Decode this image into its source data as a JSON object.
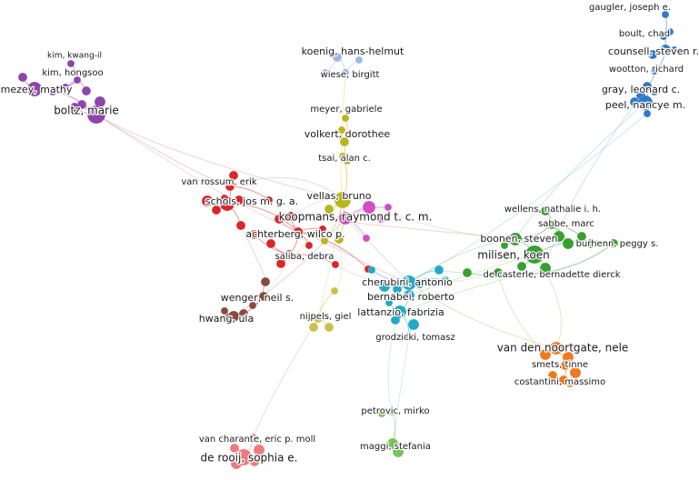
{
  "clusters": {
    "purple": "#8e44ad",
    "blue_light": "#9db8e8",
    "yellow": "#b8b61a",
    "blue": "#2f78cc",
    "red": "#d8262b",
    "pink": "#d14fc1",
    "green": "#37a02f",
    "cyan": "#22a9c8",
    "brown": "#8a4a3d",
    "olive": "#c8c248",
    "orange": "#ee7a1c",
    "green_light": "#78c25a",
    "salmon": "#ee7a80"
  },
  "authors": [
    {
      "id": "kim-kwang-il",
      "label": "kim, kwang-il",
      "cluster": "purple"
    },
    {
      "id": "kim-hongsoo",
      "label": "kim, hongsoo",
      "cluster": "purple"
    },
    {
      "id": "mezey-mathy",
      "label": "mezey, mathy",
      "cluster": "purple"
    },
    {
      "id": "boltz-marie",
      "label": "boltz, marie",
      "cluster": "purple"
    },
    {
      "id": "koenig-hans-helmut",
      "label": "koenig, hans-helmut",
      "cluster": "blue_light"
    },
    {
      "id": "wiese-birgitt",
      "label": "wiese, birgitt",
      "cluster": "blue_light"
    },
    {
      "id": "meyer-gabriele",
      "label": "meyer, gabriele",
      "cluster": "yellow"
    },
    {
      "id": "volkert-dorothee",
      "label": "volkert, dorothee",
      "cluster": "yellow"
    },
    {
      "id": "tsai-alan-c",
      "label": "tsai, alan c.",
      "cluster": "yellow"
    },
    {
      "id": "vellas-bruno",
      "label": "vellas, bruno",
      "cluster": "yellow"
    },
    {
      "id": "gaugler-joseph-e",
      "label": "gaugler, joseph e.",
      "cluster": "blue"
    },
    {
      "id": "boult-chad",
      "label": "boult, chad",
      "cluster": "blue"
    },
    {
      "id": "counsell-steven-r",
      "label": "counsell, steven r.",
      "cluster": "blue"
    },
    {
      "id": "wootton-richard",
      "label": "wootton, richard",
      "cluster": "blue"
    },
    {
      "id": "gray-leonard-c",
      "label": "gray, leonard c.",
      "cluster": "blue"
    },
    {
      "id": "peel-nancye-m",
      "label": "peel, nancye m.",
      "cluster": "blue"
    },
    {
      "id": "van-rossum-erik",
      "label": "van rossum, erik",
      "cluster": "red"
    },
    {
      "id": "schols-jos",
      "label": "schols, jos m. g. a.",
      "cluster": "red"
    },
    {
      "id": "achterberg-wilco-p",
      "label": "achterberg, wilco p.",
      "cluster": "red"
    },
    {
      "id": "saliba-debra",
      "label": "saliba, debra",
      "cluster": "red"
    },
    {
      "id": "koopmans-raymond",
      "label": "koopmans, raymond t. c. m.",
      "cluster": "pink"
    },
    {
      "id": "wellens-nathalie",
      "label": "wellens, nathalie i. h.",
      "cluster": "green"
    },
    {
      "id": "sabbe-marc",
      "label": "sabbe, marc",
      "cluster": "green"
    },
    {
      "id": "boonen-steven",
      "label": "boonen, steven",
      "cluster": "green"
    },
    {
      "id": "milisen-koen",
      "label": "milisen, koen",
      "cluster": "green"
    },
    {
      "id": "burhenn-peggy",
      "label": "burhenn, peggy s.",
      "cluster": "green"
    },
    {
      "id": "de-casterle",
      "label": "de casterle, bernadette dierck",
      "cluster": "green"
    },
    {
      "id": "cherubini-antonio",
      "label": "cherubini, antonio",
      "cluster": "cyan"
    },
    {
      "id": "bernabei-roberto",
      "label": "bernabei, roberto",
      "cluster": "cyan"
    },
    {
      "id": "lattanzio-fabrizia",
      "label": "lattanzio, fabrizia",
      "cluster": "cyan"
    },
    {
      "id": "grodzicki-tomasz",
      "label": "grodzicki, tomasz",
      "cluster": "cyan"
    },
    {
      "id": "wenger-neil",
      "label": "wenger, neil s.",
      "cluster": "brown"
    },
    {
      "id": "hwang-ula",
      "label": "hwang, ula",
      "cluster": "brown"
    },
    {
      "id": "nijpels-giel",
      "label": "nijpels, giel",
      "cluster": "olive"
    },
    {
      "id": "van-den-noortgate",
      "label": "van den noortgate, nele",
      "cluster": "orange"
    },
    {
      "id": "smets-tinne",
      "label": "smets, tinne",
      "cluster": "orange"
    },
    {
      "id": "costantini-massimo",
      "label": "costantini, massimo",
      "cluster": "orange"
    },
    {
      "id": "petrovic-mirko",
      "label": "petrovic, mirko",
      "cluster": "green_light"
    },
    {
      "id": "maggi-stefania",
      "label": "maggi, stefania",
      "cluster": "green_light"
    },
    {
      "id": "van-charante",
      "label": "van charante, eric p. moll",
      "cluster": "salmon"
    },
    {
      "id": "de-rooij-sophia",
      "label": "de rooij, sophia e.",
      "cluster": "salmon"
    }
  ]
}
